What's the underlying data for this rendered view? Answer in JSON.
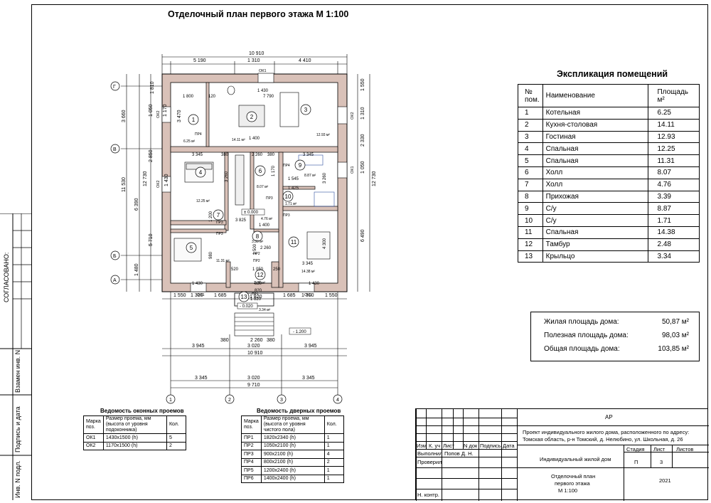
{
  "title": "Отделочный план первого этажа М 1:100",
  "side": {
    "agreed": "СОГЛАСОВАНО:",
    "replace_inv": "Взамен инв. N",
    "sign_date": "Подпись и дата",
    "inv_orig": "Инв. N подл."
  },
  "plan": {
    "axes_h": [
      "Г",
      "В",
      "Б",
      "А"
    ],
    "axes_v": [
      "1",
      "2",
      "3",
      "4"
    ],
    "dims_top": [
      "10 910",
      "5 190",
      "1 310",
      "4 410"
    ],
    "dims_bottom": [
      "1 550",
      "1 310",
      "1 685",
      "1 820",
      "1 685",
      "1 310",
      "1 550",
      "380",
      "2 260",
      "380",
      "3 945",
      "3 020",
      "3 945",
      "10 910",
      "3 345",
      "3 020",
      "3 345",
      "9 710"
    ],
    "dims_left": [
      "1 810",
      "3 660",
      "2 850",
      "11 530",
      "6 390",
      "5 710",
      "1 480",
      "1 050",
      "1 170",
      "3 470",
      "12 730",
      "1 430"
    ],
    "dims_right": [
      "1 550",
      "1 310",
      "2 330",
      "1 050",
      "12 730",
      "6 490"
    ],
    "inner_dims": [
      "1 800",
      "120",
      "1 430",
      "7 790",
      "1 400",
      "3 345",
      "380",
      "2 260",
      "380",
      "3 345",
      "3 260",
      "3 260",
      "1 545",
      "1 425",
      "3 825",
      "1 400",
      "2 260",
      "3 345",
      "4 300",
      "1 050",
      "250",
      "520",
      "820",
      "1 820",
      "820",
      "1 430",
      "1 430",
      "1 200",
      "1 500",
      "980",
      "1 170"
    ],
    "room_numbers": [
      "1",
      "2",
      "3",
      "4",
      "5",
      "6",
      "7",
      "8",
      "9",
      "10",
      "11",
      "12",
      "13"
    ],
    "room_areas": [
      "6.25 м²",
      "14.11 м²",
      "12.93 м²",
      "12.25 м²",
      "11.31 м²",
      "8.07 м²",
      "4.76 м²",
      "3.39 м²",
      "8.87 м²",
      "1.71 м²",
      "14.38 м²",
      "2.48 м²",
      "3.34 м²"
    ],
    "door_marks": [
      "ПР4",
      "ПР4",
      "ПР3",
      "ПР3",
      "ПР3",
      "ПР2",
      "ПР3",
      "ПР1",
      "ПР2"
    ],
    "window_marks": [
      "ОК1",
      "ОК2",
      "ОК2",
      "ОК2",
      "ОК1",
      "ОК1",
      "ОК1"
    ],
    "levels": [
      "± 0.000",
      "- 0.020",
      "- 1.200"
    ]
  },
  "explication": {
    "title": "Экспликация помещений",
    "headers": [
      "№ пом.",
      "Наименование",
      "Площадь м²"
    ],
    "rows": [
      [
        "1",
        "Котельная",
        "6.25"
      ],
      [
        "2",
        "Кухня-столовая",
        "14.11"
      ],
      [
        "3",
        "Гостиная",
        "12.93"
      ],
      [
        "4",
        "Спальная",
        "12.25"
      ],
      [
        "5",
        "Спальная",
        "11.31"
      ],
      [
        "6",
        "Холл",
        "8.07"
      ],
      [
        "7",
        "Холл",
        "4.76"
      ],
      [
        "8",
        "Прихожая",
        "3.39"
      ],
      [
        "9",
        "С/у",
        "8.87"
      ],
      [
        "10",
        "С/у",
        "1.71"
      ],
      [
        "11",
        "Спальная",
        "14.38"
      ],
      [
        "12",
        "Тамбур",
        "2.48"
      ],
      [
        "13",
        "Крыльцо",
        "3.34"
      ]
    ]
  },
  "areas": {
    "living_label": "Жилая площадь дома:",
    "living_value": "50,87 м²",
    "useful_label": "Полезная площадь дома:",
    "useful_value": "98,03 м²",
    "total_label": "Общая площадь дома:",
    "total_value": "103,85 м²"
  },
  "windows_schedule": {
    "title": "Ведомость оконных проемов",
    "headers": [
      "Марка поз.",
      "Размер проема, мм (высота от уровня подоконника)",
      "Кол."
    ],
    "rows": [
      [
        "ОК1",
        "1430x1500 (h)",
        "5"
      ],
      [
        "ОК2",
        "1170x1500 (h)",
        "2"
      ]
    ]
  },
  "doors_schedule": {
    "title": "Ведомость дверных проемов",
    "headers": [
      "Марка поз.",
      "Размер проема, мм (высота от уровня чистого пола)",
      "Кол."
    ],
    "rows": [
      [
        "ПР1",
        "1820x2340 (h)",
        "1"
      ],
      [
        "ПР2",
        "1050x2100 (h)",
        "1"
      ],
      [
        "ПР3",
        "900x2100 (h)",
        "4"
      ],
      [
        "ПР4",
        "800x2100 (h)",
        "2"
      ],
      [
        "ПР5",
        "1200x2400 (h)",
        "1"
      ],
      [
        "ПР6",
        "1400x2400 (h)",
        "1"
      ]
    ]
  },
  "stamp": {
    "code": "АР",
    "project": "Проект индивидуального жилого дома, расположенного по адресу:",
    "address": "Томская область, р-н Томский, д. Нелюбино, ул. Школьная, д. 26",
    "cols": [
      "Изм",
      "К. уч",
      "Лист",
      "N док",
      "Подпись",
      "Дата"
    ],
    "executed": "Выполнил",
    "executor": "Попов Д. Н.",
    "checked": "Проверил",
    "n_control": "Н. контр.",
    "building": "Индивидуальный жилой дом",
    "stage_label": "Стадия",
    "sheet_label": "Лист",
    "sheets_label": "Листов",
    "stage": "П",
    "sheet": "3",
    "drawing1": "Отделочный план",
    "drawing2": "первого этажа",
    "drawing3": "М 1:100",
    "year": "2021"
  }
}
